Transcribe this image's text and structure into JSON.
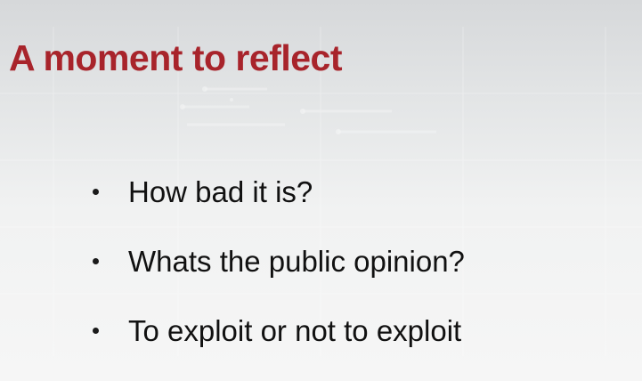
{
  "slide": {
    "title": "A moment to reflect",
    "bullets": [
      {
        "text": "How bad it is?"
      },
      {
        "text": "Whats the public opinion?"
      },
      {
        "text": "To exploit or not to exploit"
      }
    ]
  },
  "colors": {
    "title": "#a8242b",
    "text": "#111111",
    "background": "#f1f2f2"
  }
}
